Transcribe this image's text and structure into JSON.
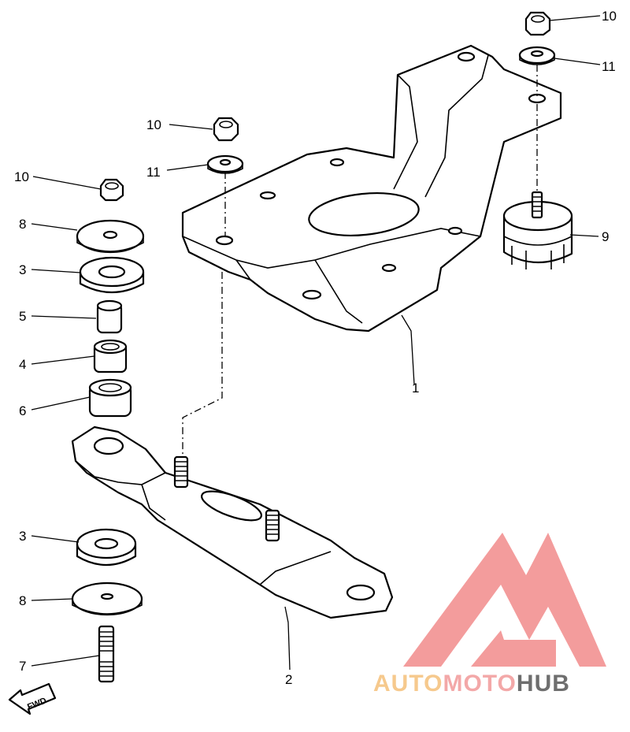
{
  "callouts": {
    "c1": "1",
    "c2": "2",
    "c3a": "3",
    "c3b": "3",
    "c4": "4",
    "c5": "5",
    "c6": "6",
    "c7": "7",
    "c8a": "8",
    "c8b": "8",
    "c9": "9",
    "c10a": "10",
    "c10b": "10",
    "c10c": "10",
    "c11a": "11",
    "c11b": "11"
  },
  "fwd_label": "FWD",
  "watermark": {
    "part1": "AUTO",
    "part2": "MOTO",
    "part3": "HUB",
    "colors": {
      "auto": "#f5c07a",
      "moto": "#f29a9a",
      "hub": "#555555",
      "logo": "#f28b8b"
    }
  }
}
